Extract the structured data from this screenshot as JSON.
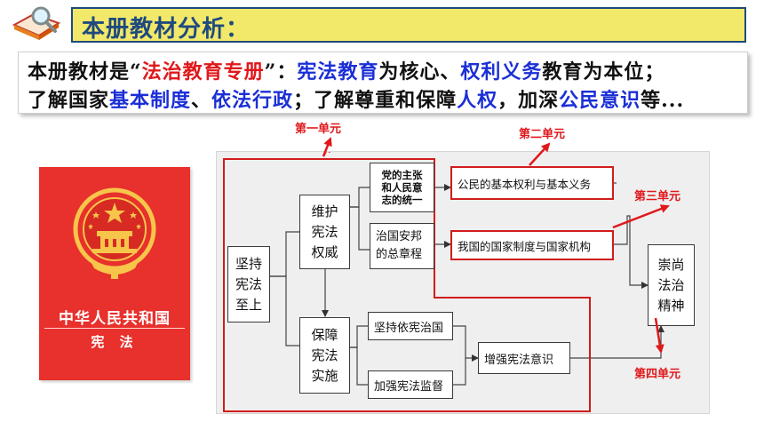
{
  "header": {
    "title": "本册教材分析：",
    "icon": "magnifier-book-icon"
  },
  "description": {
    "line1": [
      {
        "t": "本册教材是“",
        "c": "n"
      },
      {
        "t": "法治教育专册",
        "c": "r"
      },
      {
        "t": "”：",
        "c": "n"
      },
      {
        "t": "宪法教育",
        "c": "b"
      },
      {
        "t": "为核心、",
        "c": "n"
      },
      {
        "t": "权利义务",
        "c": "b"
      },
      {
        "t": "教育为本位；",
        "c": "n"
      }
    ],
    "line2": [
      {
        "t": "了解国家",
        "c": "n"
      },
      {
        "t": "基本制度",
        "c": "b"
      },
      {
        "t": "、",
        "c": "n"
      },
      {
        "t": "依法行政",
        "c": "b"
      },
      {
        "t": "；了解尊重和保障",
        "c": "n"
      },
      {
        "t": "人权",
        "c": "b"
      },
      {
        "t": "，加深",
        "c": "n"
      },
      {
        "t": "公民意识",
        "c": "b"
      },
      {
        "t": "等...",
        "c": "n"
      }
    ]
  },
  "book": {
    "title": "中华人民共和国",
    "subtitle": "宪  法"
  },
  "diagram": {
    "root": [
      "坚持",
      "宪法",
      "至上"
    ],
    "branch1": [
      "维护",
      "宪法",
      "权威"
    ],
    "branch2": [
      "保障",
      "宪法",
      "实施"
    ],
    "leaf_party": [
      "党的主张",
      "和人民意",
      "志的统一"
    ],
    "leaf_zhiguo": [
      "治国安邦",
      "的总章程"
    ],
    "rights": "公民的基本权利与基本义务",
    "institutions": "我国的国家制度与国家机构",
    "yixian": "坚持依宪治国",
    "jiandu": "加强宪法监督",
    "yishi": "增强宪法意识",
    "spirit": [
      "崇尚",
      "法治",
      "精神"
    ]
  },
  "units": {
    "u1": "第一单元",
    "u2": "第二单元",
    "u3": "第三单元",
    "u4": "第四单元"
  },
  "colors": {
    "header_bg": "#f2e96a",
    "header_text": "#1f4a7e",
    "emphasis_red": "#e0181b",
    "emphasis_blue": "#1b2fd6",
    "book_red": "#e8302c",
    "highlight_red": "#d21b1b"
  }
}
